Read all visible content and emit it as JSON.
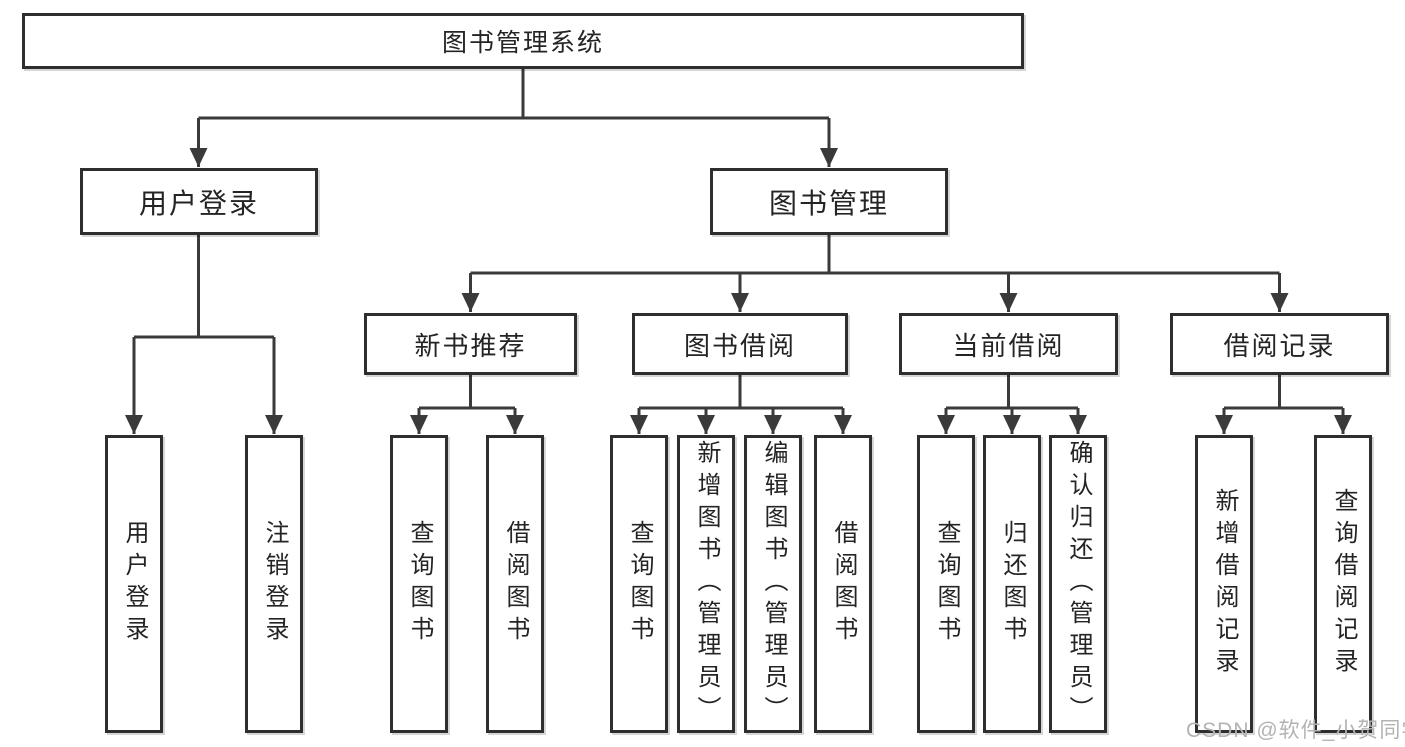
{
  "page": {
    "background": "#ffffff",
    "watermark": "CSDN @软件_小贺同学",
    "colors": {
      "line": "#3a3a3a",
      "box_border": "#2e2e2e",
      "text": "#242424",
      "watermark": "#b3b3b3"
    }
  },
  "tree": {
    "type": "functional-structure-diagram",
    "root": {
      "label": "图书管理系统"
    },
    "level2": [
      {
        "label": "用户登录"
      },
      {
        "label": "图书管理"
      }
    ],
    "level3": [
      {
        "label": "新书推荐",
        "parent": "图书管理"
      },
      {
        "label": "图书借阅",
        "parent": "图书管理"
      },
      {
        "label": "当前借阅",
        "parent": "图书管理"
      },
      {
        "label": "借阅记录",
        "parent": "图书管理"
      }
    ],
    "leaves": [
      {
        "label": "用户登录",
        "parent": "用户登录"
      },
      {
        "label": "注销登录",
        "parent": "用户登录"
      },
      {
        "label": "查询图书",
        "parent": "新书推荐"
      },
      {
        "label": "借阅图书",
        "parent": "新书推荐"
      },
      {
        "label": "查询图书",
        "parent": "图书借阅"
      },
      {
        "label": "新增图书（管理员）",
        "parent": "图书借阅"
      },
      {
        "label": "编辑图书（管理员）",
        "parent": "图书借阅"
      },
      {
        "label": "借阅图书",
        "parent": "图书借阅"
      },
      {
        "label": "查询图书",
        "parent": "当前借阅"
      },
      {
        "label": "归还图书",
        "parent": "当前借阅"
      },
      {
        "label": "确认归还（管理员）",
        "parent": "当前借阅"
      },
      {
        "label": "新增借阅记录",
        "parent": "借阅记录"
      },
      {
        "label": "查询借阅记录",
        "parent": "借阅记录"
      }
    ]
  }
}
